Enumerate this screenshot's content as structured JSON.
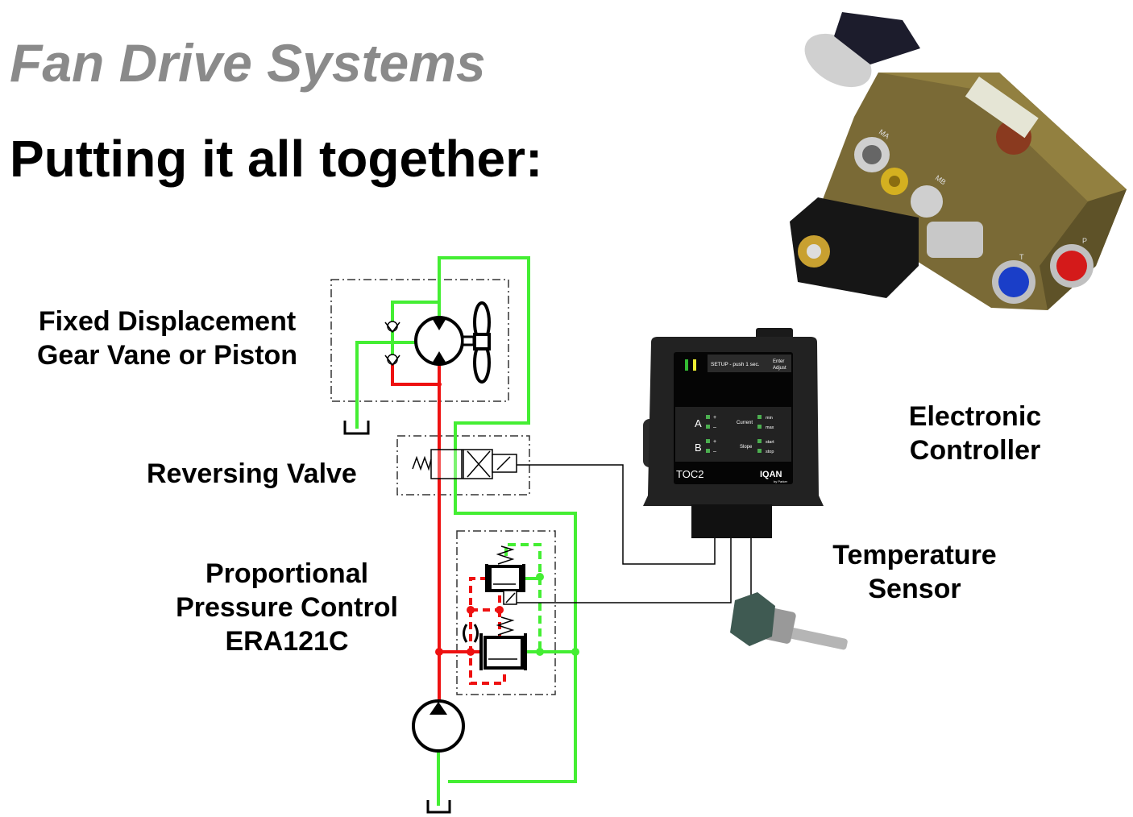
{
  "slide": {
    "title": "Fan Drive Systems",
    "subtitle": "Putting it all together:"
  },
  "labels": {
    "motor_line1": "Fixed Displacement",
    "motor_line2": "Gear Vane or Piston",
    "reversing_valve": "Reversing Valve",
    "ppc_line1": "Proportional",
    "ppc_line2": "Pressure Control",
    "ppc_line3": "ERA121C",
    "controller_line1": "Electronic",
    "controller_line2": "Controller",
    "sensor_line1": "Temperature",
    "sensor_line2": "Sensor"
  },
  "controller": {
    "setup_text": "SETUP - push 1 sec.",
    "enter": "Enter",
    "adjust": "Adjust",
    "channel_a": "A",
    "channel_b": "B",
    "plus": "+",
    "minus": "–",
    "current": "Current",
    "slope": "Slope",
    "min": "min",
    "max": "max",
    "start": "start",
    "stop": "stop",
    "model": "TOC2",
    "brand": "IQAN",
    "brand_sub": "by Parker"
  },
  "valve_block": {
    "port_ma": "MA",
    "port_mb": "MB",
    "port_t": "T",
    "port_p": "P"
  },
  "colors": {
    "return_line": "#44ee33",
    "pressure_line": "#ee1111",
    "title_gray": "#8a8a8a"
  }
}
